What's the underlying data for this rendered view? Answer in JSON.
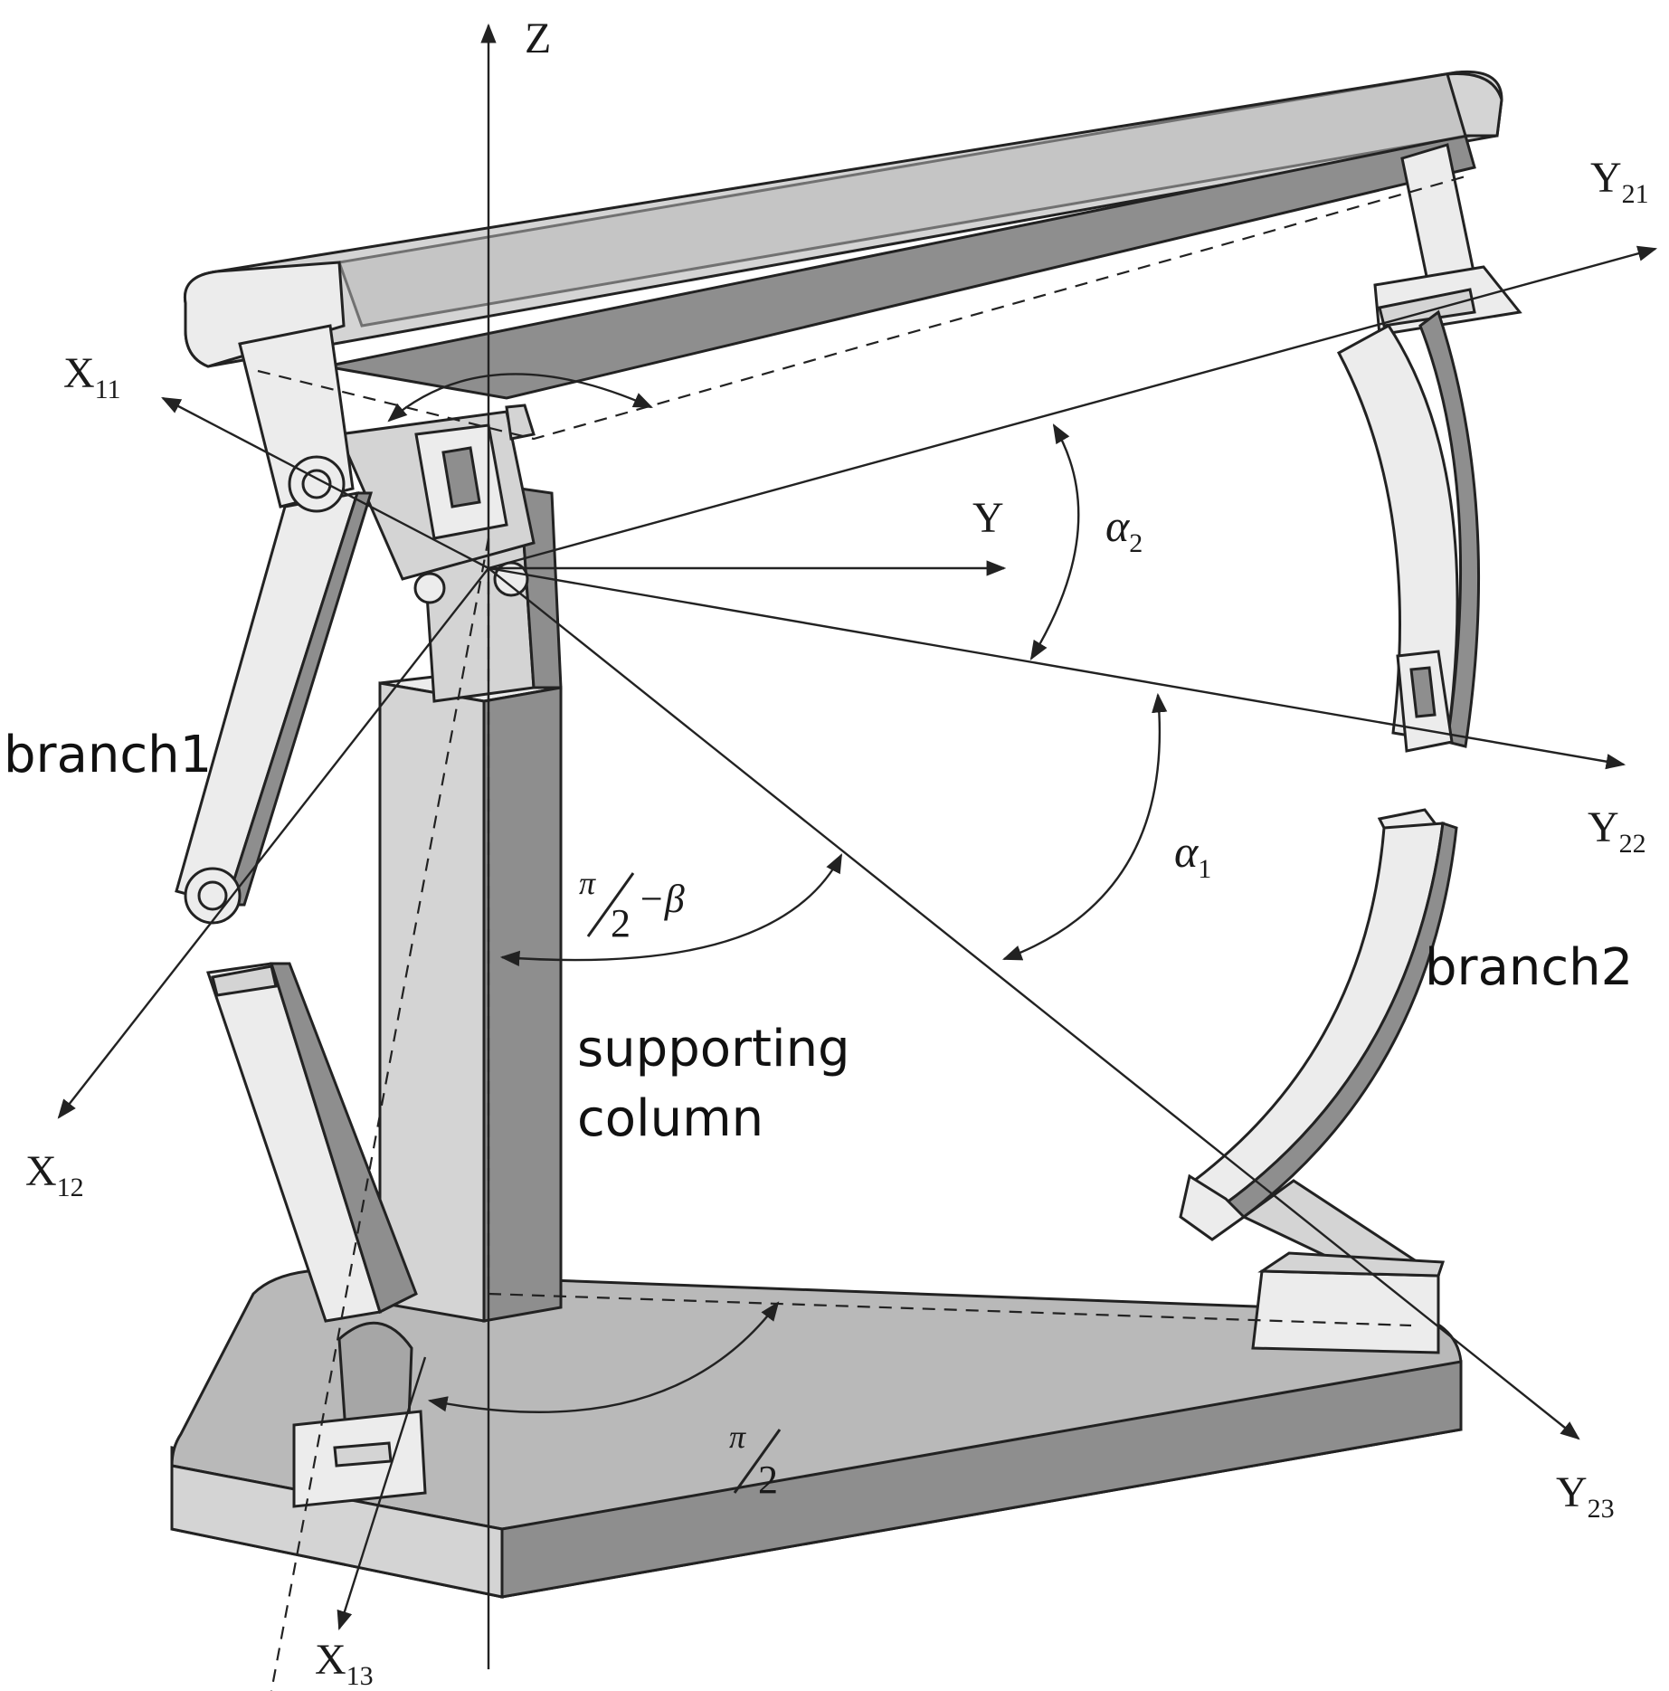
{
  "figure": {
    "axes": {
      "z": "Z",
      "y": "Y",
      "x11": {
        "base": "X",
        "sub": "11"
      },
      "x12": {
        "base": "X",
        "sub": "12"
      },
      "x13": {
        "base": "X",
        "sub": "13"
      },
      "y21": {
        "base": "Y",
        "sub": "21"
      },
      "y22": {
        "base": "Y",
        "sub": "22"
      },
      "y23": {
        "base": "Y",
        "sub": "23"
      }
    },
    "angles": {
      "alpha1": {
        "base": "α",
        "sub": "1"
      },
      "alpha2": {
        "base": "α",
        "sub": "2"
      },
      "half_pi_minus_beta": {
        "num": "π",
        "den": "2",
        "tail": "−β"
      },
      "half_pi": {
        "num": "π",
        "den": "2"
      }
    },
    "labels": {
      "branch1": "branch1",
      "branch2": "branch2",
      "support_line1": "supporting",
      "support_line2": "column"
    },
    "colors": {
      "line": "#222222",
      "body": "#b9b9b9",
      "shadow": "#8e8e8e",
      "highlight": "#ececec"
    }
  }
}
